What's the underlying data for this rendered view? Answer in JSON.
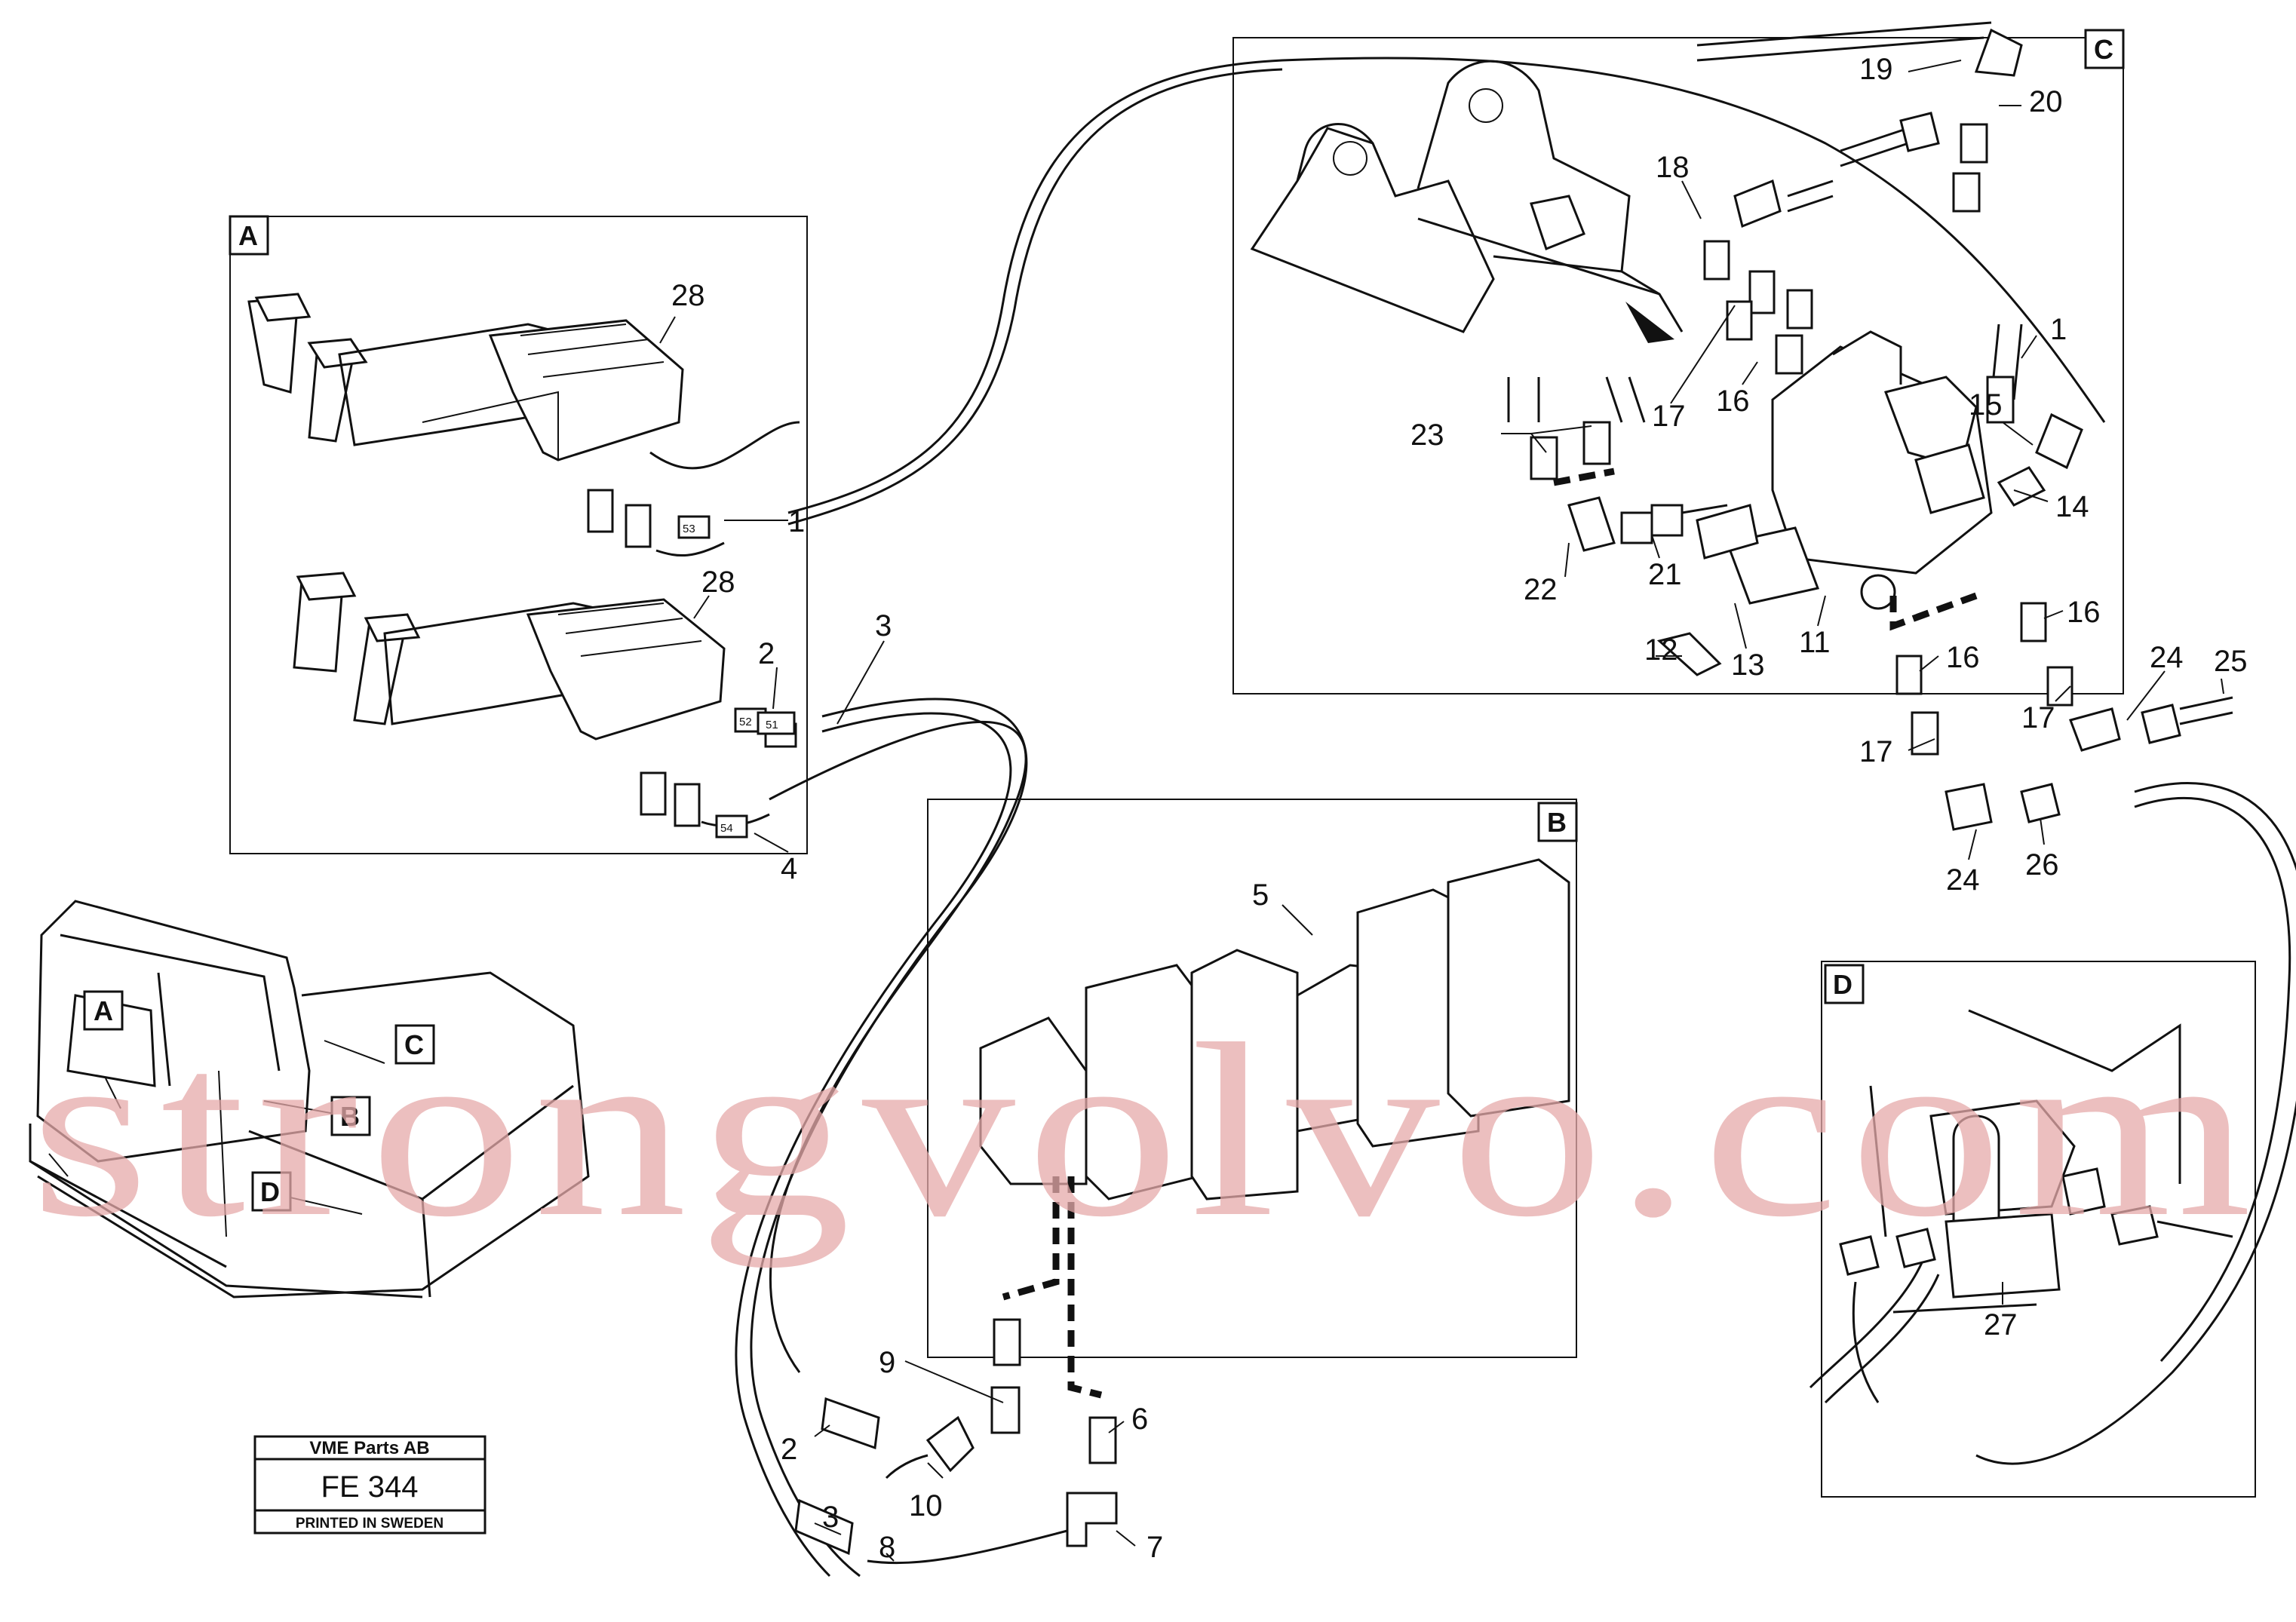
{
  "panels": [
    {
      "id": "A",
      "label": "A"
    },
    {
      "id": "B",
      "label": "B"
    },
    {
      "id": "C",
      "label": "C"
    },
    {
      "id": "D",
      "label": "D"
    }
  ],
  "machine_overview": {
    "markers": [
      "A",
      "B",
      "C",
      "D"
    ]
  },
  "callouts": [
    "28",
    "1",
    "28",
    "2",
    "3",
    "4",
    "19",
    "20",
    "18",
    "1",
    "15",
    "17",
    "16",
    "23",
    "14",
    "22",
    "21",
    "12",
    "13",
    "11",
    "16",
    "16",
    "24",
    "25",
    "17",
    "17",
    "24",
    "26",
    "5",
    "9",
    "6",
    "2",
    "10",
    "3",
    "8",
    "7",
    "27"
  ],
  "hose_tags": [
    "53",
    "52",
    "51",
    "54"
  ],
  "stamp": {
    "company": "VME Parts AB",
    "code": "FE 344",
    "printed": "PRINTED IN SWEDEN"
  },
  "watermark": "strongvolvo.com"
}
